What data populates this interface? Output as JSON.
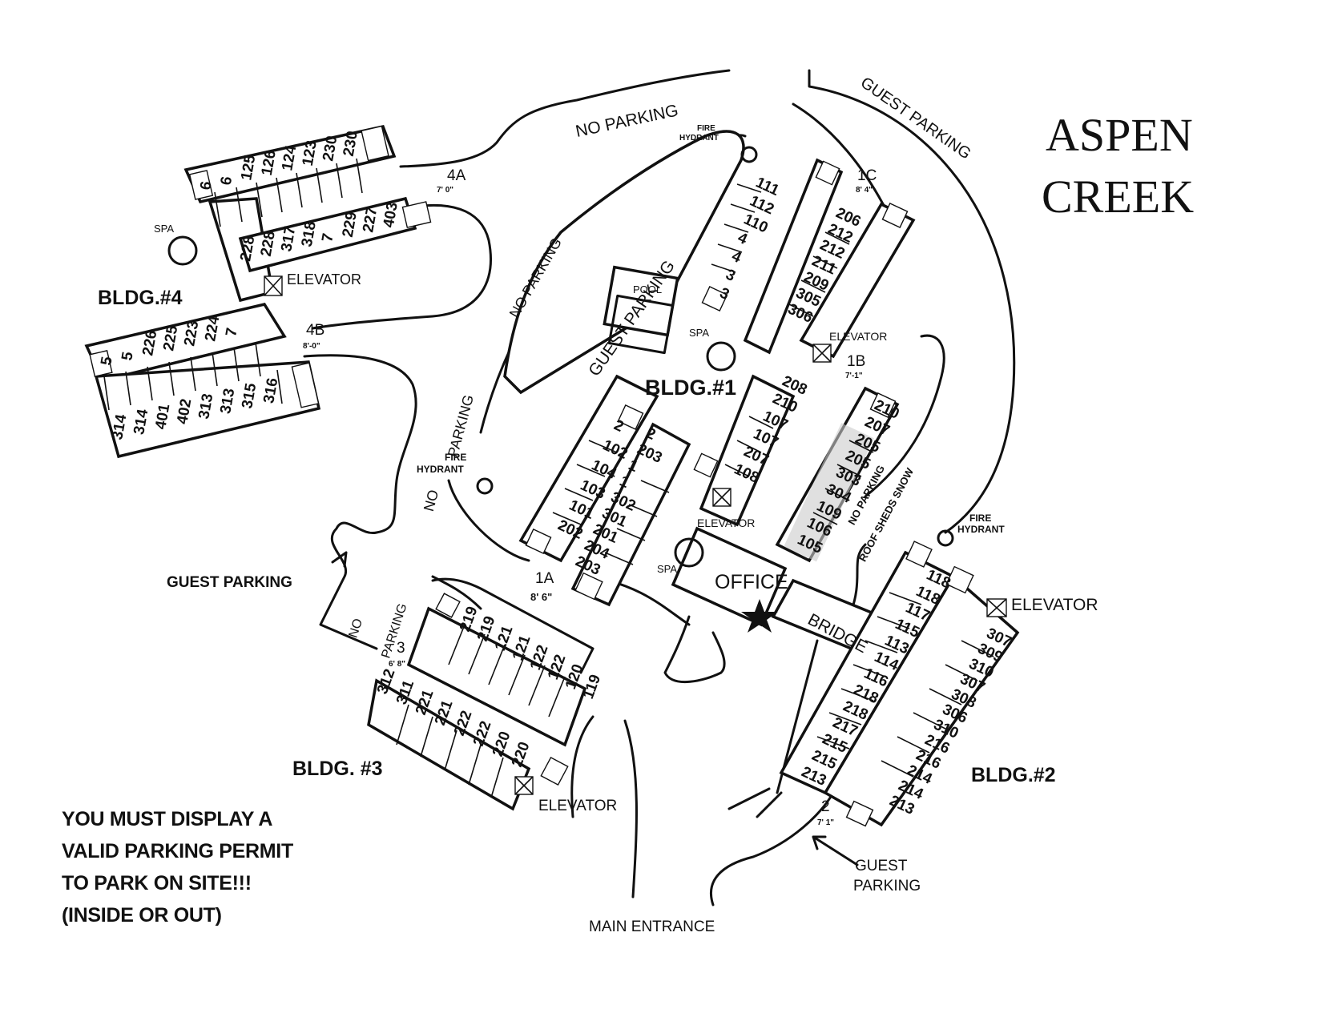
{
  "title": {
    "line1": "ASPEN",
    "line2": "CREEK"
  },
  "buildings": {
    "b1": "BLDG.#1",
    "b2": "BLDG.#2",
    "b3": "BLDG. #3",
    "b4": "BLDG.#4"
  },
  "areas": {
    "office": "OFFICE",
    "bridge": "BRIDGE",
    "pool": "POOL",
    "spa": "SPA",
    "elevator": "ELEVATOR",
    "fire_hydrant_1": "FIRE",
    "fire_hydrant_2": "HYDRANT",
    "no_parking_roof": "NO PARKING",
    "roof_sheds_snow": "ROOF SHEDS SNOW"
  },
  "parking": {
    "no_parking": "NO PARKING",
    "no": "NO",
    "parking_word": "PARKING",
    "guest_parking": "GUEST PARKING",
    "guest": "GUEST",
    "main_entrance": "MAIN ENTRANCE"
  },
  "clearances": {
    "c4a": {
      "label": "4A",
      "height": "7' 0\""
    },
    "c4b": {
      "label": "4B",
      "height": "8'-0\""
    },
    "c1c": {
      "label": "1C",
      "height": "8' 4\""
    },
    "c1b": {
      "label": "1B",
      "height": "7'-1\""
    },
    "c1a": {
      "label": "1A",
      "height": "8' 6\""
    },
    "c3": {
      "label": "3",
      "height": "6' 8\""
    },
    "c2": {
      "label": "2",
      "height": "7' 1\""
    }
  },
  "units": {
    "b4_top": [
      "6",
      "6",
      "125",
      "126",
      "124",
      "123",
      "230",
      "230"
    ],
    "b4_mid": [
      "228",
      "228",
      "317",
      "318",
      "7",
      "229",
      "227",
      "403"
    ],
    "b4_low": [
      "5",
      "5",
      "226",
      "225",
      "223",
      "224",
      "7"
    ],
    "b4_bottom": [
      "314",
      "314",
      "401",
      "402",
      "313",
      "313",
      "315",
      "316"
    ],
    "b1_ne_left": [
      "111",
      "112",
      "110",
      "4",
      "4",
      "3",
      "3"
    ],
    "b1_ne_right": [
      "206",
      "212",
      "212",
      "211",
      "209",
      "305",
      "306"
    ],
    "b1_sw_left": [
      "2",
      "102",
      "104",
      "103",
      "101",
      "202"
    ],
    "b1_sw_right": [
      "2",
      "203",
      "1",
      "1",
      "302",
      "301",
      "201",
      "204",
      "203"
    ],
    "b1_se_left": [
      "208",
      "210",
      "107",
      "107",
      "207",
      "108"
    ],
    "b1_se_right": [
      "210",
      "207",
      "205",
      "205",
      "303",
      "304",
      "109",
      "106",
      "105"
    ],
    "b2_left": [
      "118",
      "118",
      "117",
      "115",
      "113",
      "114",
      "116",
      "218",
      "218",
      "217",
      "215",
      "215",
      "213"
    ],
    "b2_right": [
      "307",
      "309",
      "310",
      "307",
      "308",
      "306",
      "310",
      "216",
      "216",
      "214",
      "214",
      "213"
    ],
    "b3_top": [
      "219",
      "219",
      "121",
      "121",
      "122",
      "122",
      "120",
      "119"
    ],
    "b3_bottom": [
      "312",
      "311",
      "221",
      "221",
      "222",
      "222",
      "220",
      "220"
    ]
  },
  "notice": {
    "line1": "YOU MUST DISPLAY A",
    "line2": "VALID PARKING PERMIT",
    "line3": "TO PARK ON SITE!!!",
    "line4": "(INSIDE OR OUT)"
  }
}
